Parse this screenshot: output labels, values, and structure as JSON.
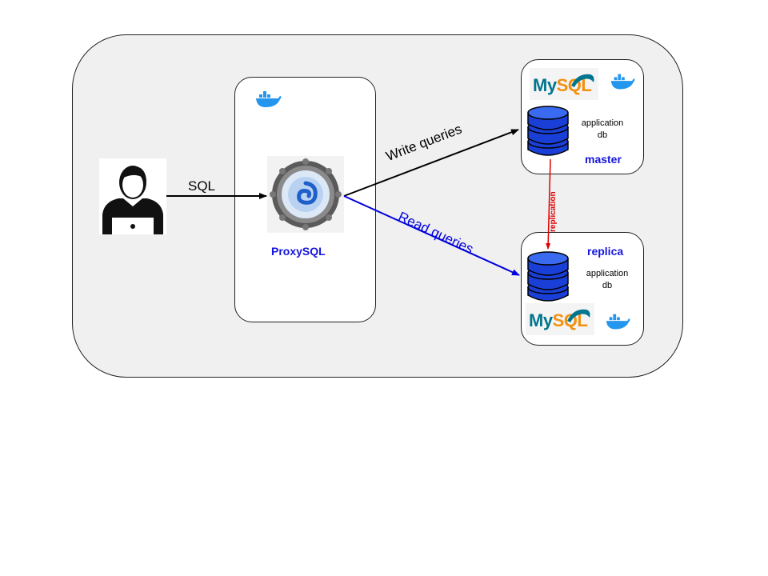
{
  "user": {
    "icon": "user-laptop-icon",
    "edge_label": "SQL"
  },
  "proxy": {
    "label": "ProxySQL",
    "logo": "proxysql-logo",
    "container_icon": "docker-whale-icon"
  },
  "edges": {
    "write_label": "Write queries",
    "read_label": "Read queries",
    "replication_label": "replication"
  },
  "master": {
    "title": "master",
    "db_line1": "application",
    "db_line2": "db",
    "logo_my": "My",
    "logo_sql": "SQL",
    "container_icon": "docker-whale-icon"
  },
  "replica": {
    "title": "replica",
    "db_line1": "application",
    "db_line2": "db",
    "logo_my": "My",
    "logo_sql": "SQL",
    "container_icon": "docker-whale-icon"
  },
  "colors": {
    "write_arrow": "#000000",
    "read_arrow": "#0000dd",
    "replication_arrow": "#dd0000",
    "db_blue": "#1a3fd6",
    "docker_blue": "#2496ed"
  }
}
